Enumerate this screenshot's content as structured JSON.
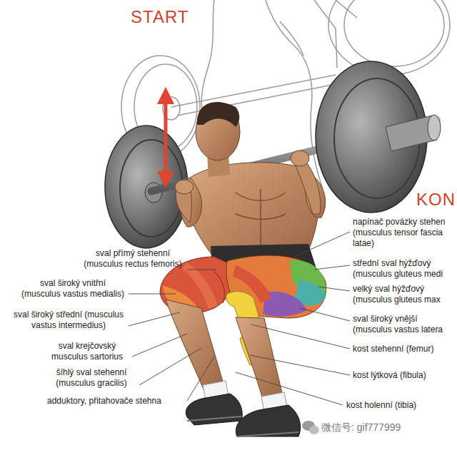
{
  "diagram": {
    "labels": [
      "START",
      "KON",
      "sval přímý stehenní (musculus rectus femoris)",
      "sval široký vnitřní (musculus vastus medialis)",
      "sval široký střední (musculus vastus intermedius)",
      "sval krejčovský musculus sartorius",
      "šíhlý sval stehenní (musculus gracilis)",
      "adduktory, přitahovače stehna",
      "napínač povázky stehen (musculus tensor fascia latae)",
      "střední sval hýžďový (musculus gluteus medi",
      "velký sval hýžďový (musculus gluteus max",
      "sval široký vnější (musculus vastus latera",
      "kost stehenní (femur)",
      "kost lýtková (fibula)",
      "kost holenní (tibia)",
      "微信号: gif777999"
    ]
  }
}
